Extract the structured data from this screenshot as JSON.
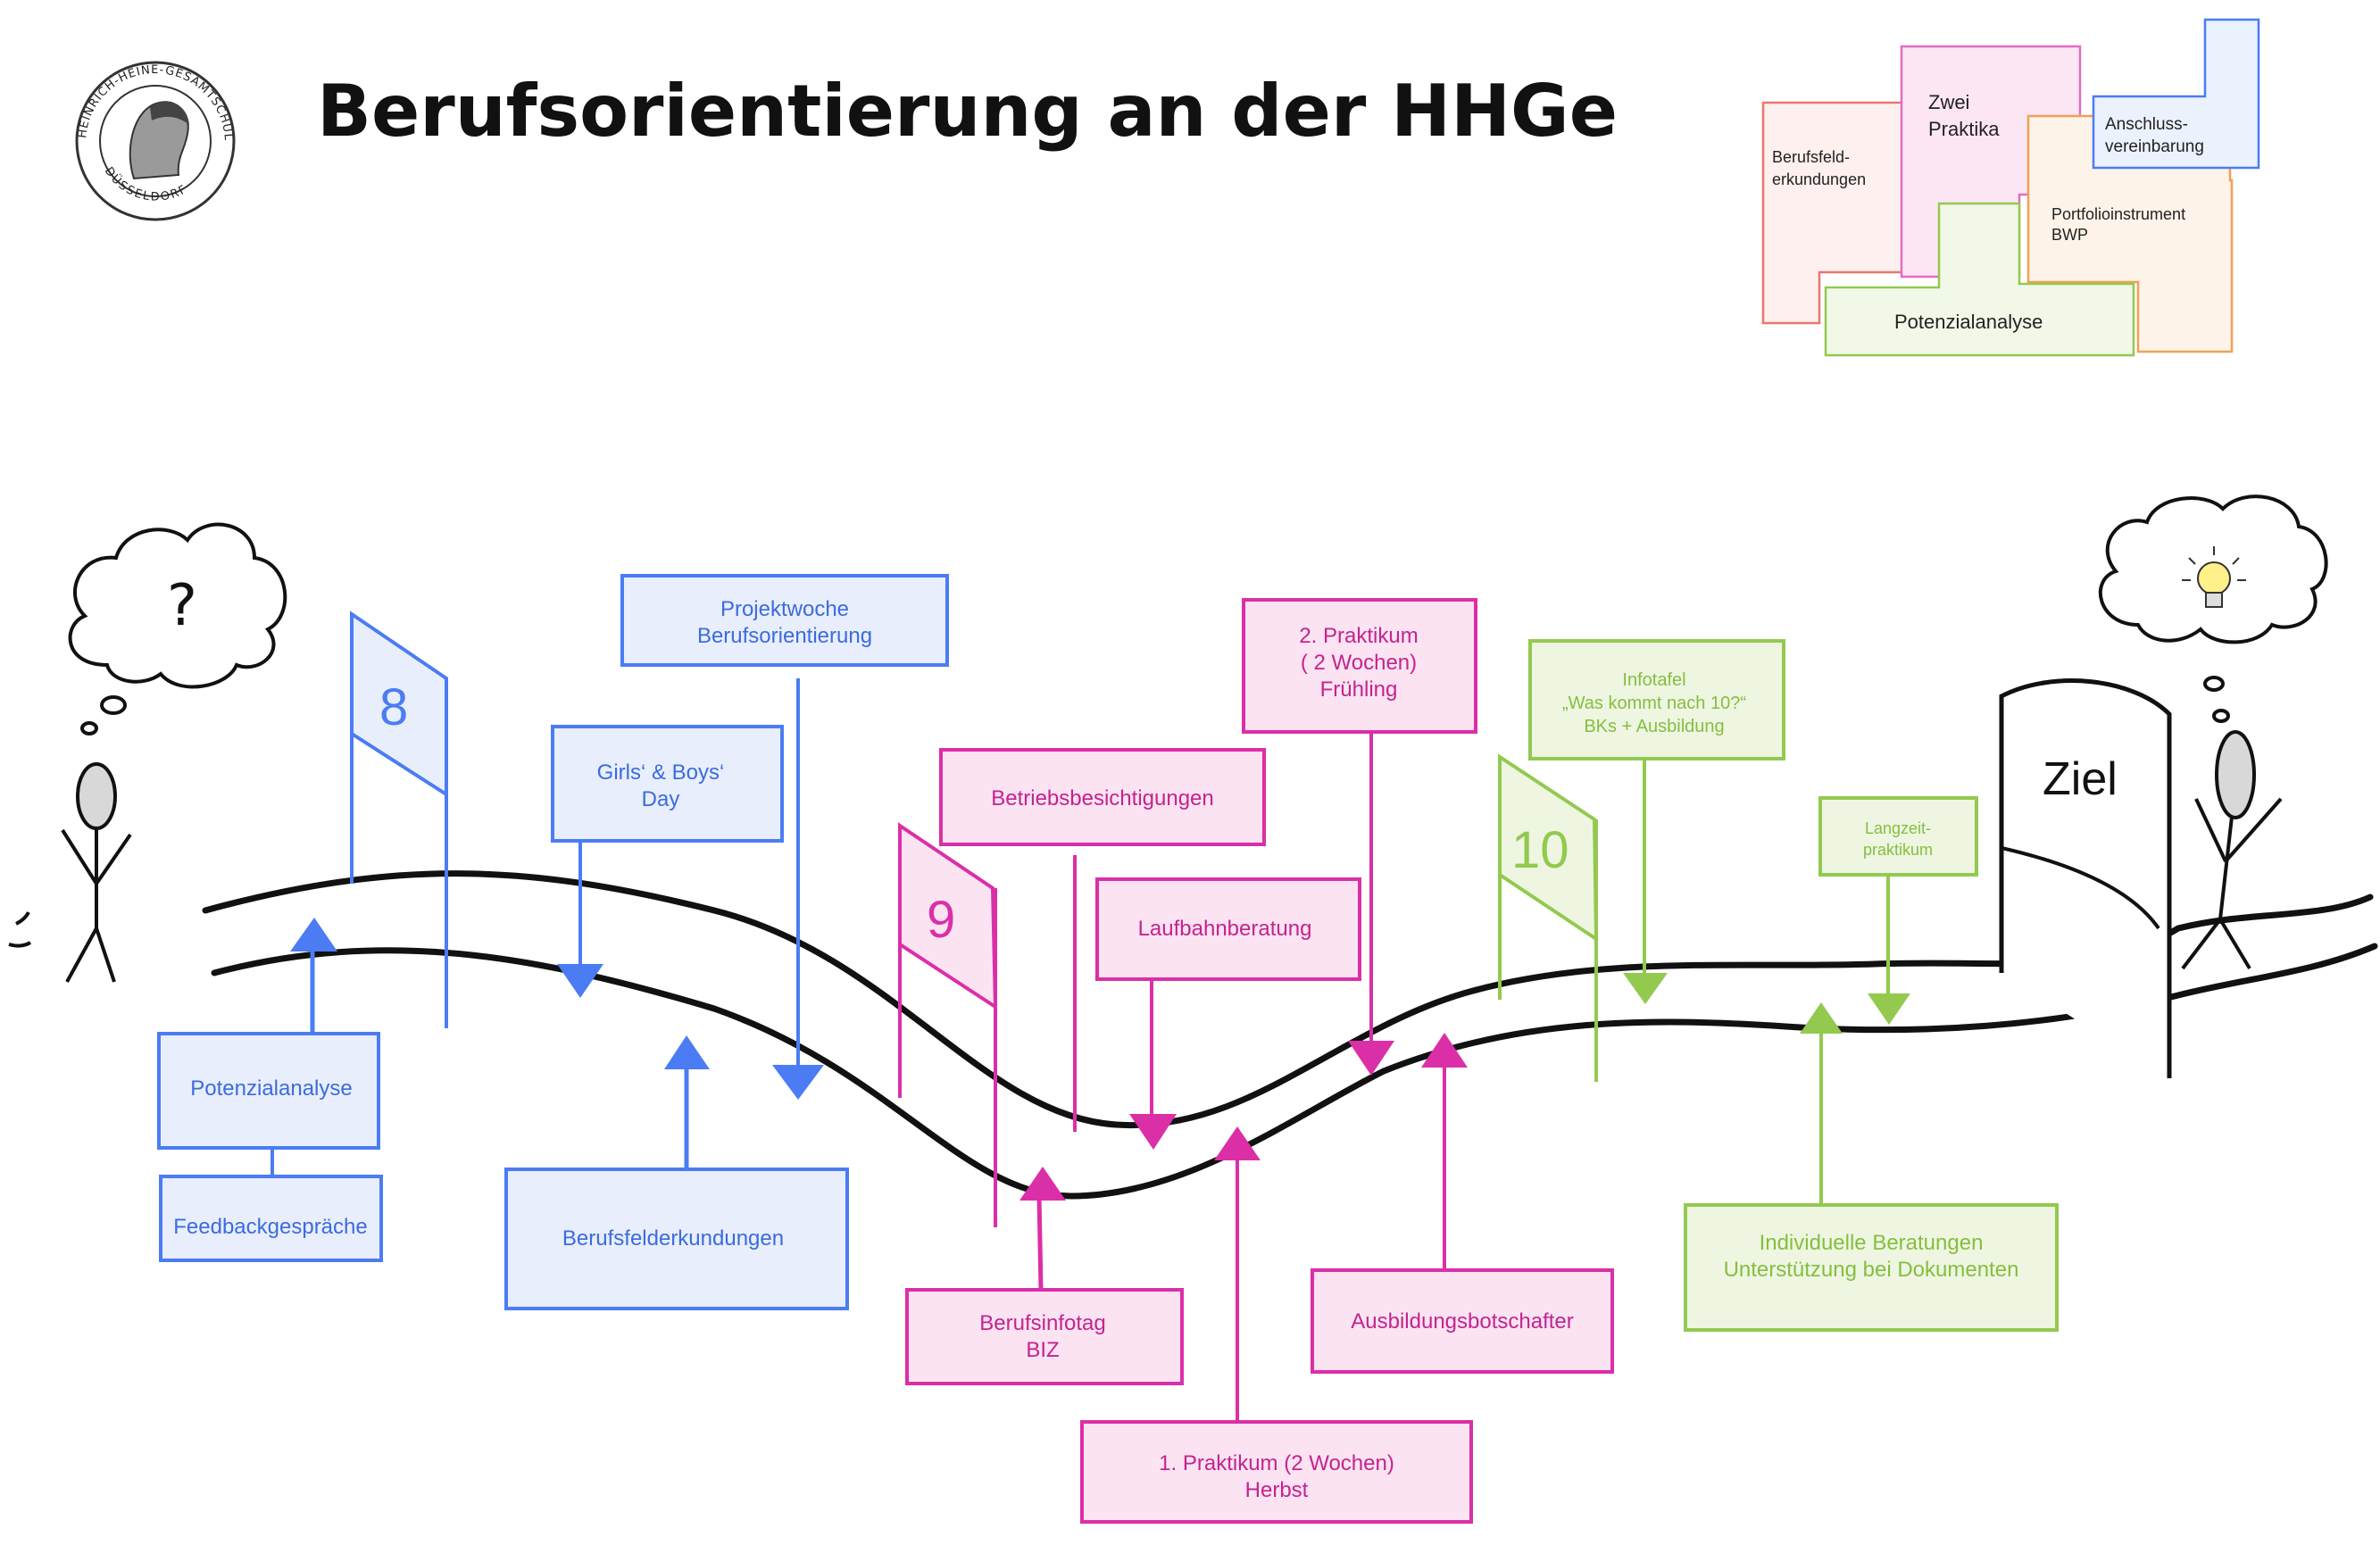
{
  "title": "Berufsorientierung an der HHGe",
  "logo": {
    "ring_text": "HEINRICH-HEINE-GESAMTSCHULE",
    "city": "DÜSSELDORF"
  },
  "colors": {
    "blue": "#4B7CF3",
    "blue_fill": "#E8EEFB",
    "pink": "#DB2FA8",
    "pink_fill": "#FBE3F2",
    "green": "#93C94F",
    "green_fill": "#EEF6E2",
    "red": "#E8786E",
    "orange": "#F0A156"
  },
  "legend": {
    "berufsfeld": "Berufsfeld-",
    "berufsfeld2": "erkundungen",
    "praktika1": "Zwei",
    "praktika2": "Praktika",
    "anschluss1": "Anschluss-",
    "anschluss2": "vereinbarung",
    "portfolio1": "Portfolioinstrument",
    "portfolio2": "BWP",
    "potenzial": "Potenzialanalyse"
  },
  "thought_left": "?",
  "thought_right_icon": "lightbulb-icon",
  "ziel": "Ziel",
  "flags": {
    "eight": "8",
    "nine": "9",
    "ten": "10"
  },
  "boxes": {
    "projektwoche1": "Projektwoche",
    "projektwoche2": "Berufsorientierung",
    "girls1": "Girls‘ & Boys‘",
    "girls2": "Day",
    "potenzialanalyse": "Potenzialanalyse",
    "feedback": "Feedbackgespräche",
    "berufsfelderkundungen": "Berufsfelderkundungen",
    "praktikum2_1": "2. Praktikum",
    "praktikum2_2": "( 2 Wochen)",
    "praktikum2_3": "Frühling",
    "betrieb": "Betriebsbesichtigungen",
    "laufbahn": "Laufbahnberatung",
    "berufsinfotag1": "Berufsinfotag",
    "berufsinfotag2": "BIZ",
    "praktikum1_1": "1. Praktikum (2 Wochen)",
    "praktikum1_2": "Herbst",
    "ausbildung": "Ausbildungsbotschafter",
    "infotafel1": "Infotafel",
    "infotafel2": "„Was kommt nach 10?“",
    "infotafel3": "BKs + Ausbildung",
    "langzeit1": "Langzeit-",
    "langzeit2": "praktikum",
    "individuell1": "Individuelle Beratungen",
    "individuell2": "Unterstützung bei Dokumenten"
  }
}
